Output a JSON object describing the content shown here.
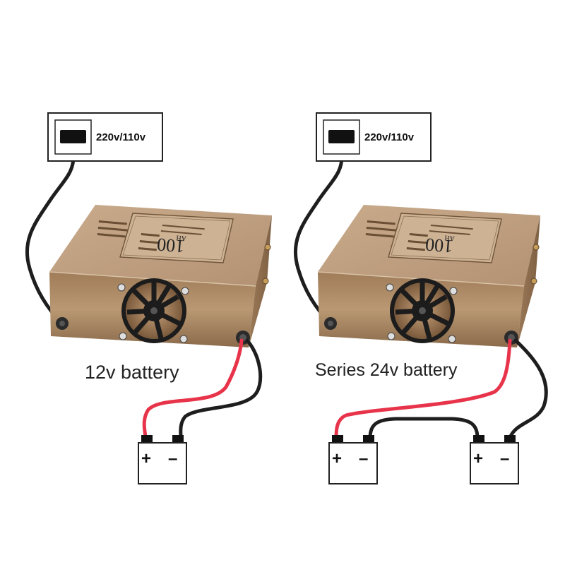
{
  "outlet": {
    "voltage_label": "220v/110v"
  },
  "charger": {
    "rating_label": "100",
    "rating_unit": "AH"
  },
  "panels": [
    {
      "caption": "12v battery",
      "battery_count": 1
    },
    {
      "caption": "Series 24v battery",
      "battery_count": 2
    }
  ],
  "battery": {
    "positive_symbol": "+",
    "negative_symbol": "–"
  },
  "colors": {
    "positive_wire": "#e8344a",
    "negative_wire": "#1e1e1e",
    "power_cord": "#1e1e1e",
    "charger_body": "#b5916a",
    "charger_top": "#c8a98a",
    "background": "#ffffff"
  }
}
